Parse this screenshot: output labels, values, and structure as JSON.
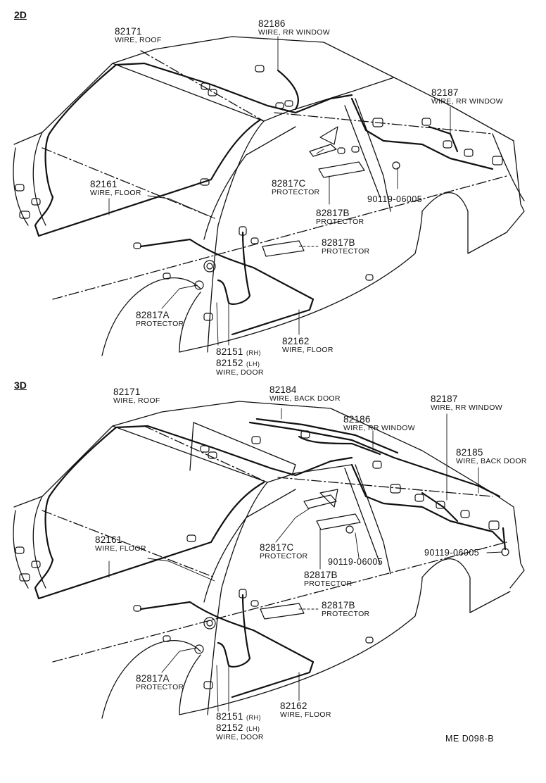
{
  "sections": [
    {
      "id": "2D",
      "label": "2D",
      "callouts": [
        {
          "number": "82171",
          "desc": "WIRE, ROOF"
        },
        {
          "number": "82186",
          "desc": "WIRE, RR WINDOW"
        },
        {
          "number": "82187",
          "desc": "WIRE, RR WINDOW"
        },
        {
          "number": "82161",
          "desc": "WIRE, FLOOR"
        },
        {
          "number": "82817C",
          "desc": "PROTECTOR"
        },
        {
          "number": "90119-06005",
          "desc": ""
        },
        {
          "number": "82817B",
          "desc": "PROTECTOR"
        },
        {
          "number": "82817B",
          "desc": "PROTECTOR"
        },
        {
          "number": "82817A",
          "desc": "PROTECTOR"
        },
        {
          "number": "82162",
          "desc": "WIRE, FLOOR"
        },
        {
          "number": "82151",
          "suffix": "(RH)",
          "number2": "82152",
          "suffix2": "(LH)",
          "desc": "WIRE, DOOR"
        }
      ]
    },
    {
      "id": "3D",
      "label": "3D",
      "callouts": [
        {
          "number": "82171",
          "desc": "WIRE, ROOF"
        },
        {
          "number": "82184",
          "desc": "WIRE, BACK DOOR"
        },
        {
          "number": "82186",
          "desc": "WIRE, RR WINDOW"
        },
        {
          "number": "82187",
          "desc": "WIRE, RR WINDOW"
        },
        {
          "number": "82185",
          "desc": "WIRE, BACK DOOR"
        },
        {
          "number": "82161",
          "desc": "WIRE, FLOOR"
        },
        {
          "number": "82817C",
          "desc": "PROTECTOR"
        },
        {
          "number": "90119-06005",
          "desc": ""
        },
        {
          "number": "90119-06005",
          "desc": ""
        },
        {
          "number": "82817B",
          "desc": "PROTECTOR"
        },
        {
          "number": "82817B",
          "desc": "PROTECTOR"
        },
        {
          "number": "82817A",
          "desc": "PROTECTOR"
        },
        {
          "number": "82162",
          "desc": "WIRE, FLOOR"
        },
        {
          "number": "82151",
          "suffix": "(RH)",
          "number2": "82152",
          "suffix2": "(LH)",
          "desc": "WIRE, DOOR"
        }
      ]
    }
  ],
  "footer_code": "ME  D098-B",
  "colors": {
    "ink": "#111111",
    "paper": "#ffffff"
  }
}
